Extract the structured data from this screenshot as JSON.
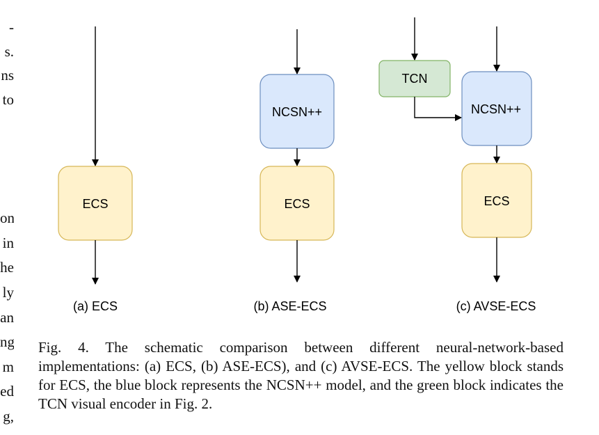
{
  "left_column_fragments": [
    "-",
    "s.",
    "ns",
    "to",
    "on",
    "in",
    "he",
    "ly",
    "an",
    "ng",
    "m",
    "ed",
    "g,"
  ],
  "diagram": {
    "panels": [
      {
        "id": "a",
        "label": "(a) ECS",
        "blocks": {
          "ecs": "ECS"
        }
      },
      {
        "id": "b",
        "label": "(b) ASE-ECS",
        "blocks": {
          "ncsn": "NCSN++",
          "ecs": "ECS"
        }
      },
      {
        "id": "c",
        "label": "(c) AVSE-ECS",
        "blocks": {
          "tcn": "TCN",
          "ncsn": "NCSN++",
          "ecs": "ECS"
        }
      }
    ],
    "colors": {
      "ecs_fill": "#fff2cc",
      "ecs_stroke": "#d6b656",
      "ncsn_fill": "#dae8fc",
      "ncsn_stroke": "#6c8ebf",
      "tcn_fill": "#d5e8d4",
      "tcn_stroke": "#82b366",
      "arrow": "#000000"
    }
  },
  "caption": "Fig. 4.  The schematic comparison between different neural-network-based implementations: (a) ECS, (b) ASE-ECS), and (c) AVSE-ECS. The yellow block stands for ECS, the blue block represents the NCSN++ model, and the green block indicates the TCN visual encoder in Fig. 2."
}
